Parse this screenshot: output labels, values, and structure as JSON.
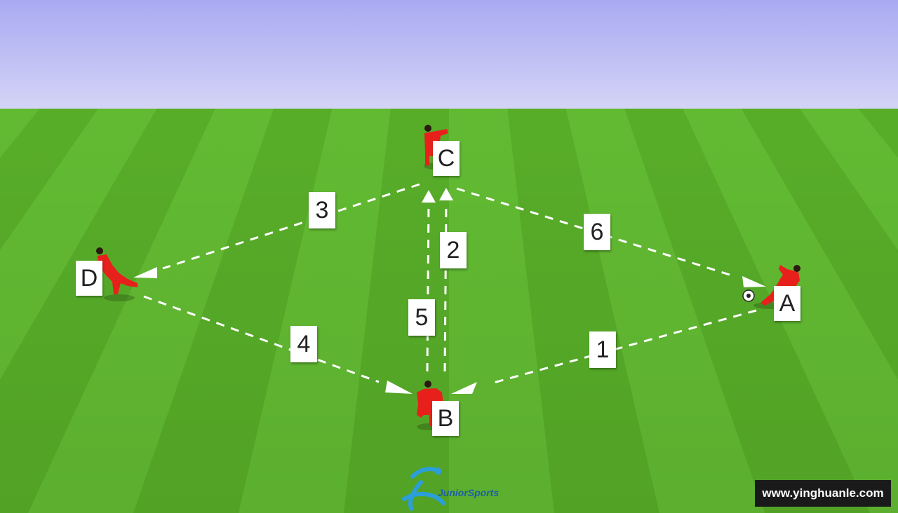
{
  "colors": {
    "sky_top": "#a9a9f2",
    "sky_bottom": "#d4d4f7",
    "grass_light": "#66c234",
    "grass_dark": "#52aa22",
    "player_shirt": "#e8201c",
    "dash_line": "#ffffff",
    "logo": "#2c9ed8"
  },
  "players": [
    {
      "name": "A",
      "label": "A",
      "facing": "left",
      "has_ball": true
    },
    {
      "name": "B",
      "label": "B",
      "facing": "up",
      "has_ball": false
    },
    {
      "name": "C",
      "label": "C",
      "facing": "down",
      "has_ball": false
    },
    {
      "name": "D",
      "label": "D",
      "facing": "right",
      "has_ball": false
    }
  ],
  "passes": [
    {
      "label": "1",
      "from": "A",
      "to": "B"
    },
    {
      "label": "2",
      "from": "B",
      "to": "C"
    },
    {
      "label": "3",
      "from": "C",
      "to": "D"
    },
    {
      "label": "4",
      "from": "D",
      "to": "B"
    },
    {
      "label": "5",
      "from": "B",
      "to": "C"
    },
    {
      "label": "6",
      "from": "C",
      "to": "A"
    }
  ],
  "logo_text": "JuniorSports",
  "watermark": "www.yinghuanle.com"
}
